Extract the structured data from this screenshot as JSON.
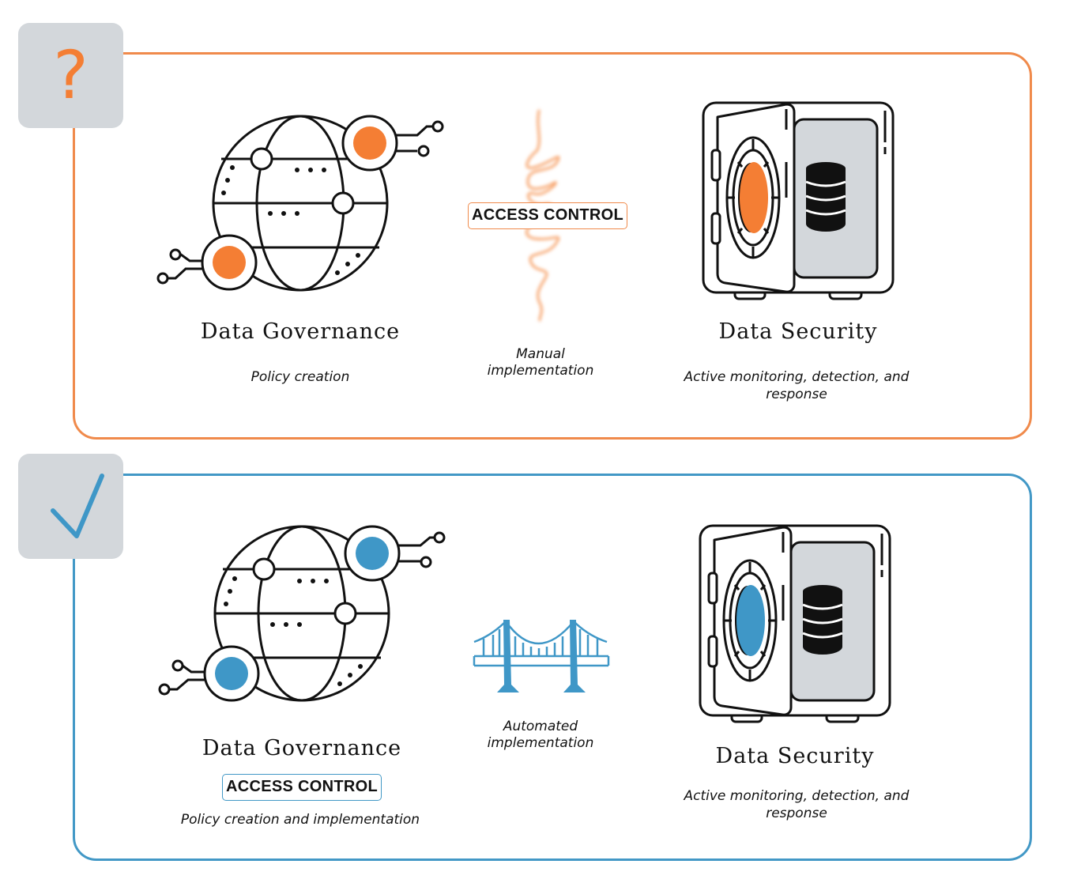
{
  "top_panel": {
    "badge_icon": "question-mark-icon",
    "badge_glyph": "?",
    "accent_color": "#f47e34",
    "governance": {
      "title": "Data Governance",
      "subtitle": "Policy creation"
    },
    "middle": {
      "label": "ACCESS CONTROL",
      "caption_line1": "Manual",
      "caption_line2": "implementation",
      "icon": "tangled-line-icon"
    },
    "security": {
      "title": "Data Security",
      "subtitle_line1": "Active monitoring, detection, and",
      "subtitle_line2": "response"
    }
  },
  "bottom_panel": {
    "badge_icon": "check-mark-icon",
    "accent_color": "#4298c6",
    "governance": {
      "title": "Data Governance",
      "label": "ACCESS CONTROL",
      "subtitle": "Policy creation and implementation"
    },
    "middle": {
      "caption_line1": "Automated",
      "caption_line2": "implementation",
      "icon": "bridge-icon"
    },
    "security": {
      "title": "Data Security",
      "subtitle_line1": "Active monitoring, detection, and",
      "subtitle_line2": "response"
    }
  }
}
